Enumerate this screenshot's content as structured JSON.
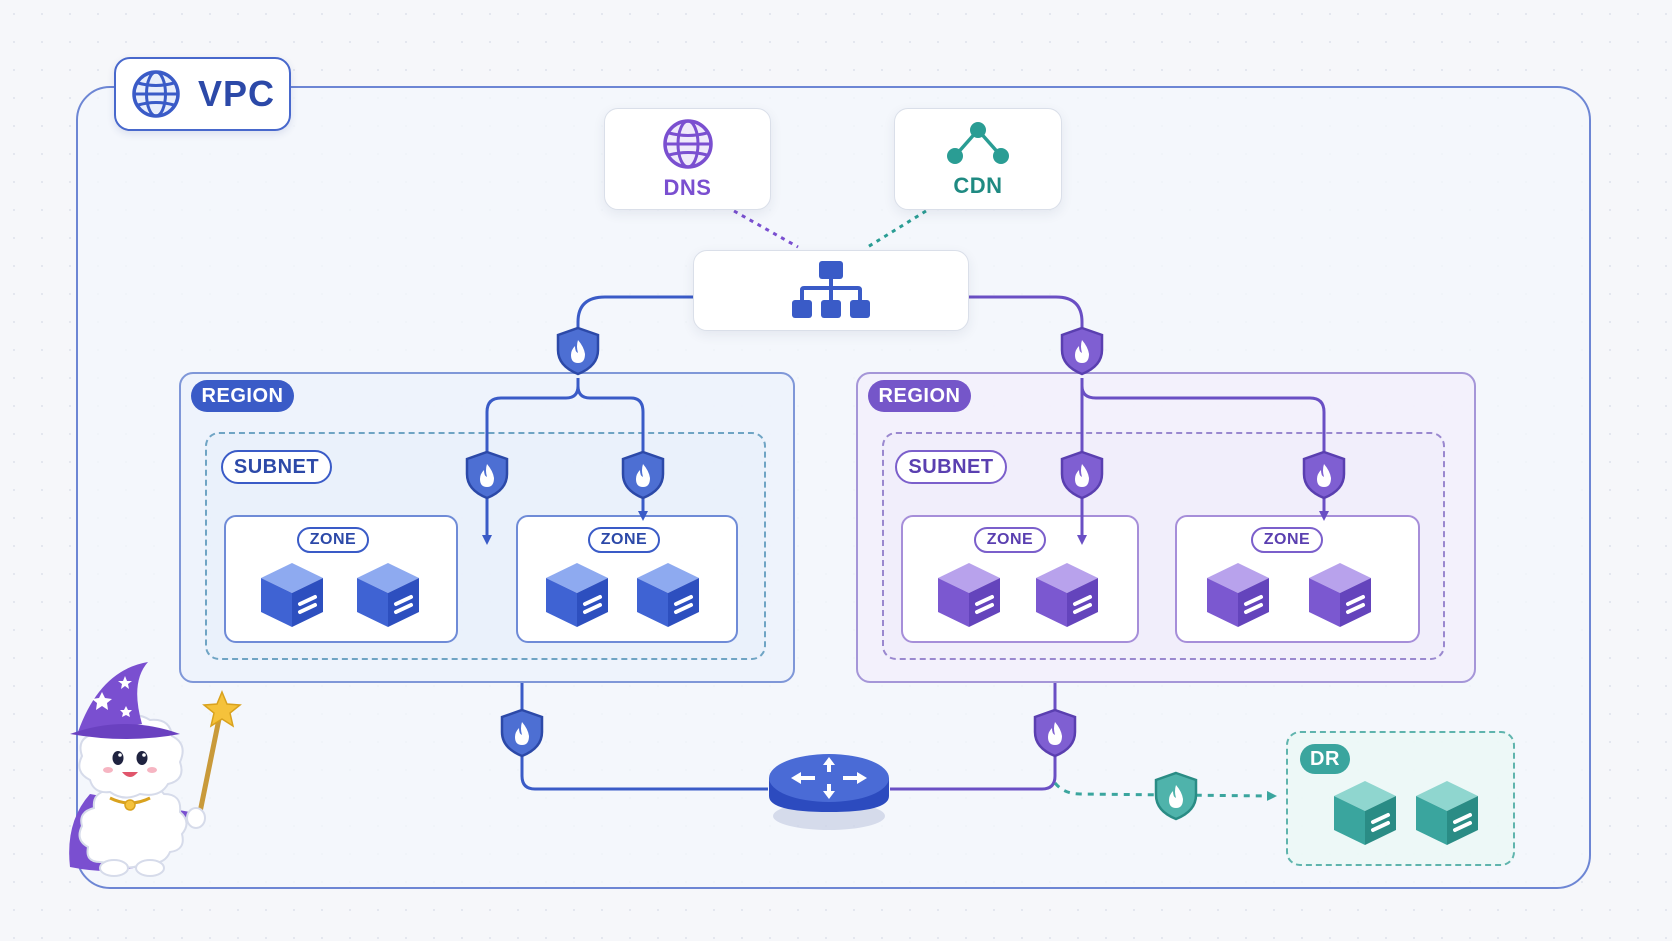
{
  "vpc": {
    "label": "VPC",
    "icon": "globe-icon"
  },
  "services": {
    "dns": {
      "label": "DNS",
      "icon": "globe-icon",
      "color": "#7a4fd0"
    },
    "cdn": {
      "label": "CDN",
      "icon": "network-nodes-icon",
      "color": "#2a9d94"
    }
  },
  "load_balancer": {
    "icon": "hierarchy-icon",
    "color": "#3a5bc7"
  },
  "regions": [
    {
      "label": "REGION",
      "accent": "#3a5bc7",
      "subnet": {
        "label": "SUBNET",
        "zones": [
          {
            "label": "ZONE",
            "servers": 2
          },
          {
            "label": "ZONE",
            "servers": 2
          }
        ]
      }
    },
    {
      "label": "REGION",
      "accent": "#7556c9",
      "subnet": {
        "label": "SUBNET",
        "zones": [
          {
            "label": "ZONE",
            "servers": 2
          },
          {
            "label": "ZONE",
            "servers": 2
          }
        ]
      }
    }
  ],
  "router": {
    "icon": "router-icon",
    "color": "#3a5bc7"
  },
  "disaster_recovery": {
    "label": "DR",
    "servers": 2,
    "color": "#3aa59e"
  },
  "firewall": {
    "icon": "firewall-shield-icon"
  },
  "mascot": {
    "icon": "wizard-cloud-mascot"
  }
}
